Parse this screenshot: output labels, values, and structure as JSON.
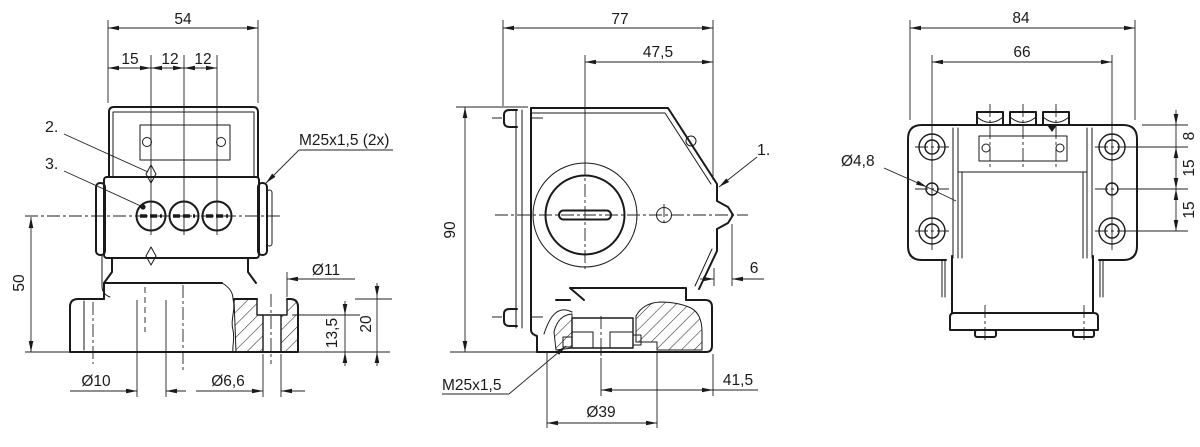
{
  "drawing": {
    "background": "#ffffff",
    "line_color": "#1a1a1a"
  },
  "views": {
    "front": {
      "dims": {
        "overall_width": "54",
        "gland_pitch_left": "15",
        "gland_pitch_mid": "12",
        "gland_pitch_right": "12",
        "height_to_axis": "50",
        "counterbore_dia": "Ø11",
        "flange_height": "20",
        "counterbore_depth": "13,5",
        "center_hole_dia": "Ø10",
        "mounting_hole_dia": "Ø6,6"
      },
      "labels": {
        "ref_2": "2.",
        "ref_3": "3.",
        "gland_thread": "M25x1,5 (2x)"
      }
    },
    "side": {
      "dims": {
        "overall_depth": "77",
        "axis_offset": "47,5",
        "overall_height": "90",
        "plunger_protrusion": "6",
        "base_edge_offset": "41,5",
        "base_boss_dia": "Ø39"
      },
      "labels": {
        "ref_1": "1.",
        "gland_thread": "M25x1,5"
      }
    },
    "back": {
      "dims": {
        "overall_width": "84",
        "hole_pitch": "66",
        "hole_offset_top": "8",
        "hole_pitch_upper": "15",
        "hole_pitch_lower": "15"
      },
      "labels": {
        "hole_dia": "Ø4,8"
      }
    }
  }
}
